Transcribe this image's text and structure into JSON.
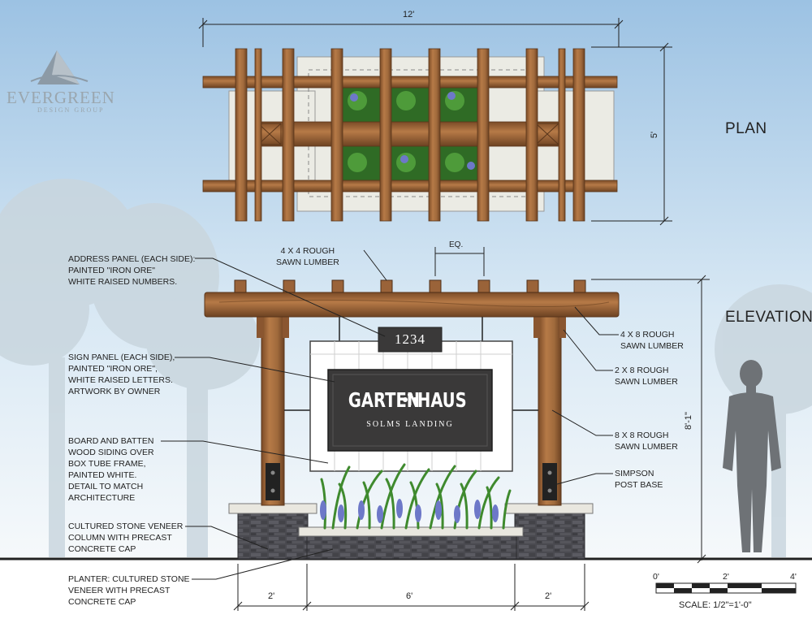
{
  "logo": {
    "name": "EVERGREEN",
    "sub": "DESIGN GROUP"
  },
  "views": {
    "plan": "PLAN",
    "elevation": "ELEVATION"
  },
  "dimensions": {
    "plan_width": "12'",
    "plan_depth": "5'",
    "eq": "EQ.",
    "height": "8'-1\"",
    "base_left": "2'",
    "base_mid": "6'",
    "base_right": "2'"
  },
  "sign": {
    "address": "1234",
    "name_left": "GARTEN",
    "name_right": "HAUS",
    "sub": "SOLMS LANDING"
  },
  "callouts": {
    "address_panel": [
      "ADDRESS PANEL (EACH SIDE):",
      "PAINTED \"IRON ORE\"",
      "WHITE RAISED NUMBERS."
    ],
    "lumber_4x4": [
      "4 X 4 ROUGH",
      "SAWN LUMBER"
    ],
    "sign_panel": [
      "SIGN PANEL (EACH SIDE),",
      "PAINTED \"IRON ORE\",",
      "WHITE RAISED LETTERS.",
      "ARTWORK BY OWNER"
    ],
    "board_batten": [
      "BOARD AND BATTEN",
      "WOOD SIDING OVER",
      "BOX TUBE FRAME,",
      "PAINTED WHITE.",
      "DETAIL TO MATCH",
      "ARCHITECTURE"
    ],
    "stone_column": [
      "CULTURED STONE VENEER",
      "COLUMN WITH PRECAST",
      "CONCRETE CAP"
    ],
    "planter": [
      "PLANTER: CULTURED STONE",
      "VENEER WITH PRECAST",
      "CONCRETE CAP"
    ],
    "lumber_4x8": [
      "4 X 8 ROUGH",
      "SAWN LUMBER"
    ],
    "lumber_2x8": [
      "2 X 8 ROUGH",
      "SAWN LUMBER"
    ],
    "lumber_8x8": [
      "8 X 8 ROUGH",
      "SAWN LUMBER"
    ],
    "post_base": [
      "SIMPSON",
      "POST BASE"
    ]
  },
  "scale": {
    "t0": "0'",
    "t2": "2'",
    "t4": "4'",
    "label": "SCALE: 1/2\"=1'-0\""
  },
  "colors": {
    "wood": "#a0673c",
    "wood_dark": "#6e4424",
    "iron_ore": "#3a3939",
    "stone": "#4c4c52",
    "sky_top": "#9fc4e4",
    "sky_bottom": "#f4f8fb",
    "foliage": "#3f8a2e",
    "lavender": "#6d78c8"
  }
}
